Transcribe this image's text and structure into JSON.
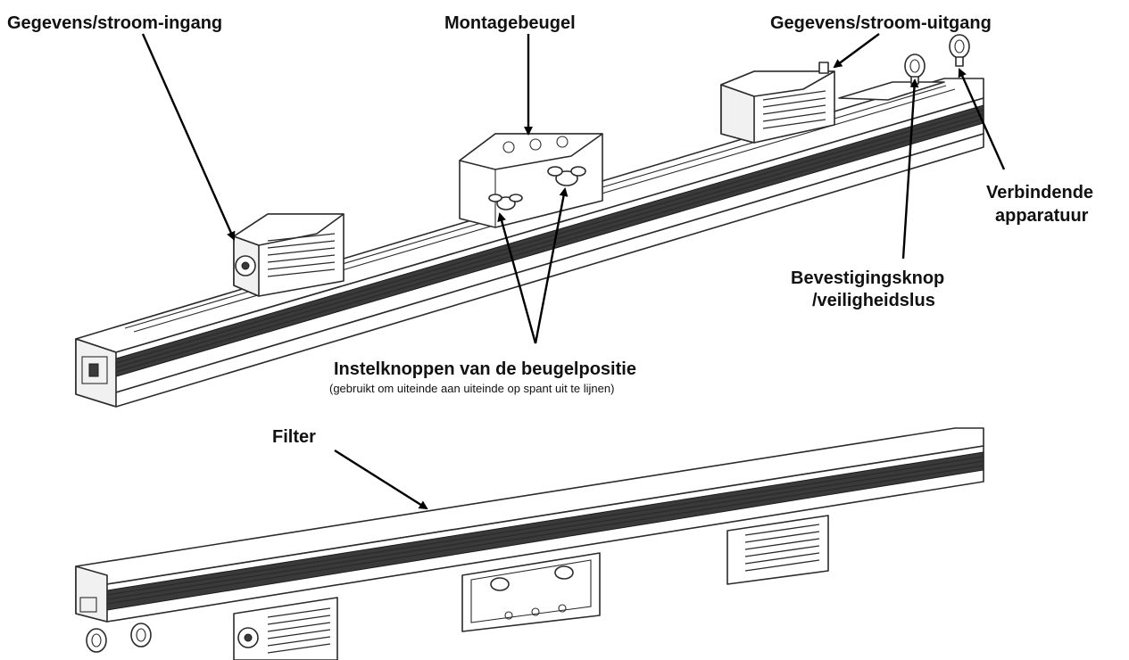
{
  "labels": {
    "data_in": "Gegevens/stroom-ingang",
    "mount_bracket": "Montagebeugel",
    "data_out": "Gegevens/stroom-uitgang",
    "linking_line1": "Verbindende",
    "linking_line2": "apparatuur",
    "hang_line1": "Bevestigingsknop",
    "hang_line2": "/veiligheidslus",
    "knobs_title": "Instelknoppen van de beugelpositie",
    "knobs_note": "(gebruikt om uiteinde aan uiteinde op spant uit te lijnen)",
    "filter": "Filter"
  },
  "colors": {
    "line": "#2b2b2b",
    "arrow": "#000000",
    "background": "#ffffff"
  }
}
